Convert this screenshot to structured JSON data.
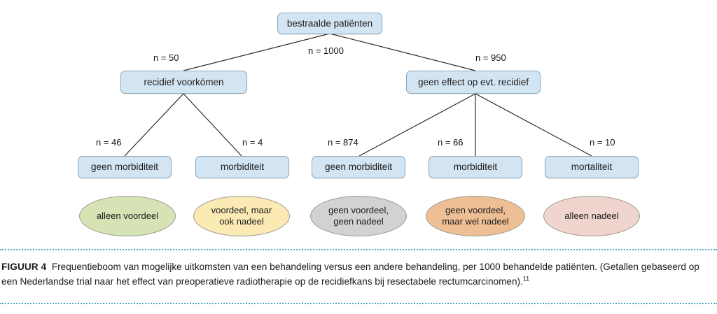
{
  "figure": {
    "caption_label": "FIGUUR 4",
    "caption_body": "Frequentieboom van mogelijke uitkomsten van een behandeling versus een andere behandeling, per 1000 behandelde patiënten. (Getallen gebaseerd op een Nederlandse trial naar het effect van preoperatieve radiotherapie op de recidiefkans bij resectabele rectumcarcinomen).",
    "caption_reference": "11",
    "rule_color": "#4aa8cf"
  },
  "tree": {
    "root": {
      "label": "bestraalde patiënten"
    },
    "level1": [
      {
        "label": "recidief voorkómen"
      },
      {
        "label": "geen effect op evt. recidief"
      }
    ],
    "level2": [
      {
        "label": "geen morbiditeit"
      },
      {
        "label": "morbiditeit"
      },
      {
        "label": "geen morbiditeit"
      },
      {
        "label": "morbiditeit"
      },
      {
        "label": "mortaliteit"
      }
    ],
    "edge_labels": {
      "root_total": "n = 1000",
      "to_recidief_voorkomen": "n = 50",
      "to_geen_effect": "n = 950",
      "to_geen_morbiditeit_left": "n = 46",
      "to_morbiditeit_left": "n = 4",
      "to_geen_morbiditeit_right": "n = 874",
      "to_morbiditeit_right": "n = 66",
      "to_mortaliteit": "n = 10"
    },
    "outcomes": [
      {
        "label": "alleen voordeel",
        "fill": "#d6e3b5",
        "multiline": false
      },
      {
        "label": "voordeel, maar\nook nadeel",
        "line1": "voordeel, maar",
        "line2": "ook nadeel",
        "fill": "#fbeab4",
        "multiline": true
      },
      {
        "label": "geen voordeel,\ngeen nadeel",
        "line1": "geen voordeel,",
        "line2": "geen nadeel",
        "fill": "#d2d2d2",
        "multiline": true
      },
      {
        "label": "geen voordeel,\nmaar wel nadeel",
        "line1": "geen voordeel,",
        "line2": "maar wel nadeel",
        "fill": "#eebf95",
        "multiline": true
      },
      {
        "label": "alleen nadeel",
        "fill": "#f0d5cf",
        "multiline": false
      }
    ],
    "box_fill": "#d3e5f3",
    "box_border": "#8aa7bb",
    "edge_color": "#2b2b2b"
  },
  "chart_data": {
    "type": "diagram",
    "title": "Frequentieboom bestraalde patiënten",
    "nodes": [
      {
        "id": "root",
        "label": "bestraalde patiënten",
        "n": 1000,
        "level": 0
      },
      {
        "id": "recidief_voorkomen",
        "label": "recidief voorkómen",
        "n": 50,
        "level": 1
      },
      {
        "id": "geen_effect",
        "label": "geen effect op evt. recidief",
        "n": 950,
        "level": 1
      },
      {
        "id": "geen_morbiditeit_l",
        "label": "geen morbiditeit",
        "n": 46,
        "level": 2
      },
      {
        "id": "morbiditeit_l",
        "label": "morbiditeit",
        "n": 4,
        "level": 2
      },
      {
        "id": "geen_morbiditeit_r",
        "label": "geen morbiditeit",
        "n": 874,
        "level": 2
      },
      {
        "id": "morbiditeit_r",
        "label": "morbiditeit",
        "n": 66,
        "level": 2
      },
      {
        "id": "mortaliteit",
        "label": "mortaliteit",
        "n": 10,
        "level": 2
      },
      {
        "id": "alleen_voordeel",
        "label": "alleen voordeel",
        "level": 3
      },
      {
        "id": "voordeel_ook_nadeel",
        "label": "voordeel, maar ook nadeel",
        "level": 3
      },
      {
        "id": "geen_voordeel_geen_nadeel",
        "label": "geen voordeel, geen nadeel",
        "level": 3
      },
      {
        "id": "geen_voordeel_wel_nadeel",
        "label": "geen voordeel, maar wel nadeel",
        "level": 3
      },
      {
        "id": "alleen_nadeel",
        "label": "alleen nadeel",
        "level": 3
      }
    ],
    "edges": [
      {
        "from": "root",
        "to": "recidief_voorkomen",
        "label": "n = 50"
      },
      {
        "from": "root",
        "to": "geen_effect",
        "label": "n = 950"
      },
      {
        "from": "recidief_voorkomen",
        "to": "geen_morbiditeit_l",
        "label": "n = 46"
      },
      {
        "from": "recidief_voorkomen",
        "to": "morbiditeit_l",
        "label": "n = 4"
      },
      {
        "from": "geen_effect",
        "to": "geen_morbiditeit_r",
        "label": "n = 874"
      },
      {
        "from": "geen_effect",
        "to": "morbiditeit_r",
        "label": "n = 66"
      },
      {
        "from": "geen_effect",
        "to": "mortaliteit",
        "label": "n = 10"
      }
    ]
  }
}
